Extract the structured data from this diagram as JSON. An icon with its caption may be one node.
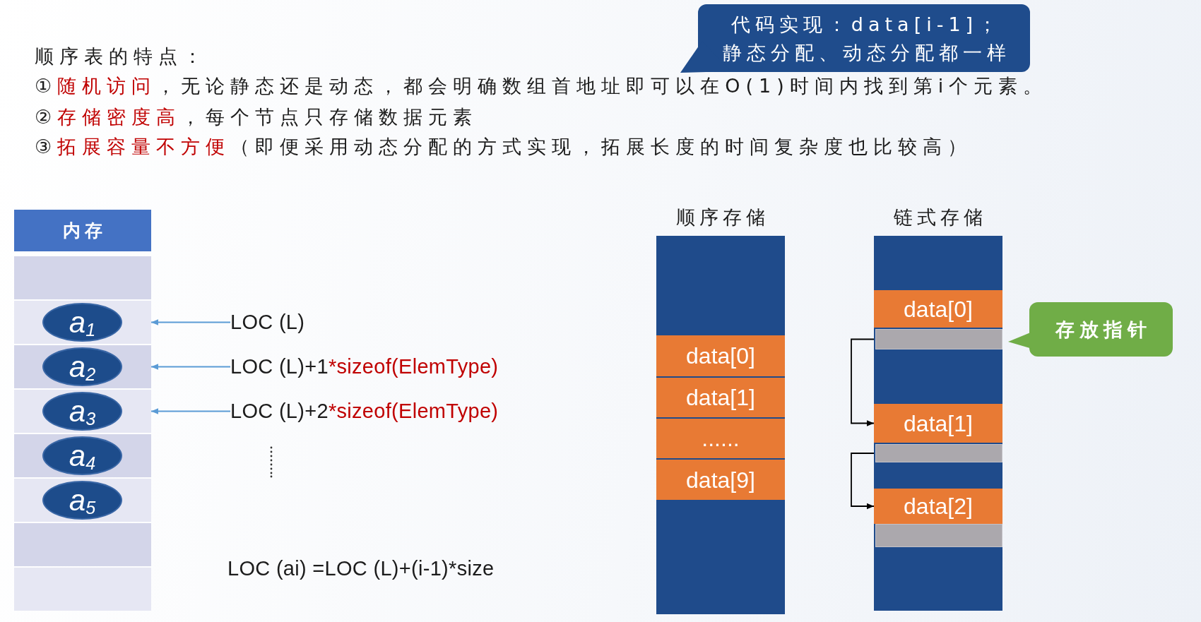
{
  "diagram": {
    "title": "顺序表的特点：",
    "nodes": [
      {
        "text": [
          "代码实现：data[i-1]；",
          "静态分配、动态分配都一样"
        ]
      },
      {
        "text": [
          "内存"
        ]
      },
      {
        "text": [],
        "shape": "box"
      },
      {
        "text": [],
        "shape": "box"
      },
      {
        "text": [
          "a$_{1}$"
        ],
        "in": 3
      },
      {
        "text": [],
        "shape": "box"
      },
      {
        "text": [
          "a$_{2}$"
        ],
        "in": 5
      },
      {
        "text": [],
        "shape": "box"
      },
      {
        "text": [
          "a$_{3}$"
        ],
        "in": 7
      },
      {
        "text": [],
        "shape": "box"
      },
      {
        "text": [
          "a$_{4}$"
        ],
        "in": 9
      },
      {
        "text": [],
        "shape": "box"
      },
      {
        "text": [
          "a$_{5}$"
        ],
        "in": 11
      },
      {
        "text": [],
        "shape": "box"
      },
      {
        "text": [],
        "shape": "box"
      },
      {
        "text": [
          "LOC (L)"
        ]
      },
      {
        "text": [
          "LOC (L)+1***sizeof(ElemType)**"
        ]
      },
      {
        "text": [
          "LOC (L)+2***sizeof(ElemType)**"
        ]
      },
      {
        "text": [
          "顺序存储"
        ]
      },
      {
        "text": [
          "data[0]"
        ],
        "in": 18
      },
      {
        "text": [
          "data[1]"
        ],
        "in": 18
      },
      {
        "text": [
          "......"
        ],
        "in": 18
      },
      {
        "text": [
          "data[9]"
        ],
        "in": 18
      },
      {
        "text": [
          "链式存储"
        ]
      },
      {
        "text": [
          "data[0]"
        ],
        "in": 23
      },
      {
        "text": [],
        "shape": "bar",
        "in": 23
      },
      {
        "text": [
          "data[1]"
        ],
        "in": 23
      },
      {
        "text": [],
        "shape": "bar",
        "in": 23
      },
      {
        "text": [
          "data[2]"
        ],
        "in": 23
      },
      {
        "text": [],
        "shape": "bar",
        "in": 23
      },
      {
        "text": [
          "存放指针"
        ]
      }
    ],
    "edges": [
      {
        "from": 15,
        "to": 3,
        "arrow": "to"
      },
      {
        "from": 16,
        "to": 5,
        "arrow": "to"
      },
      {
        "from": 17,
        "to": 7,
        "arrow": "to"
      },
      {
        "from": 25,
        "to": 26,
        "arrow": "to",
        "color": "#000000"
      },
      {
        "from": 27,
        "to": 28,
        "arrow": "to",
        "color": "#000000"
      }
    ],
    "labels": [
      "①**随机访问**，无论静态还是动态，都会明确数组首地址即可以在O(1)时间内找到第i个元素。",
      "②**存储密度高**，每个节点只存储数据元素",
      "③**拓展容量不方便**（即便采用动态分配的方式实现，拓展长度的时间复杂度也比较高）",
      "LOC (ai) =LOC (L)+(i-1)*size"
    ]
  }
}
